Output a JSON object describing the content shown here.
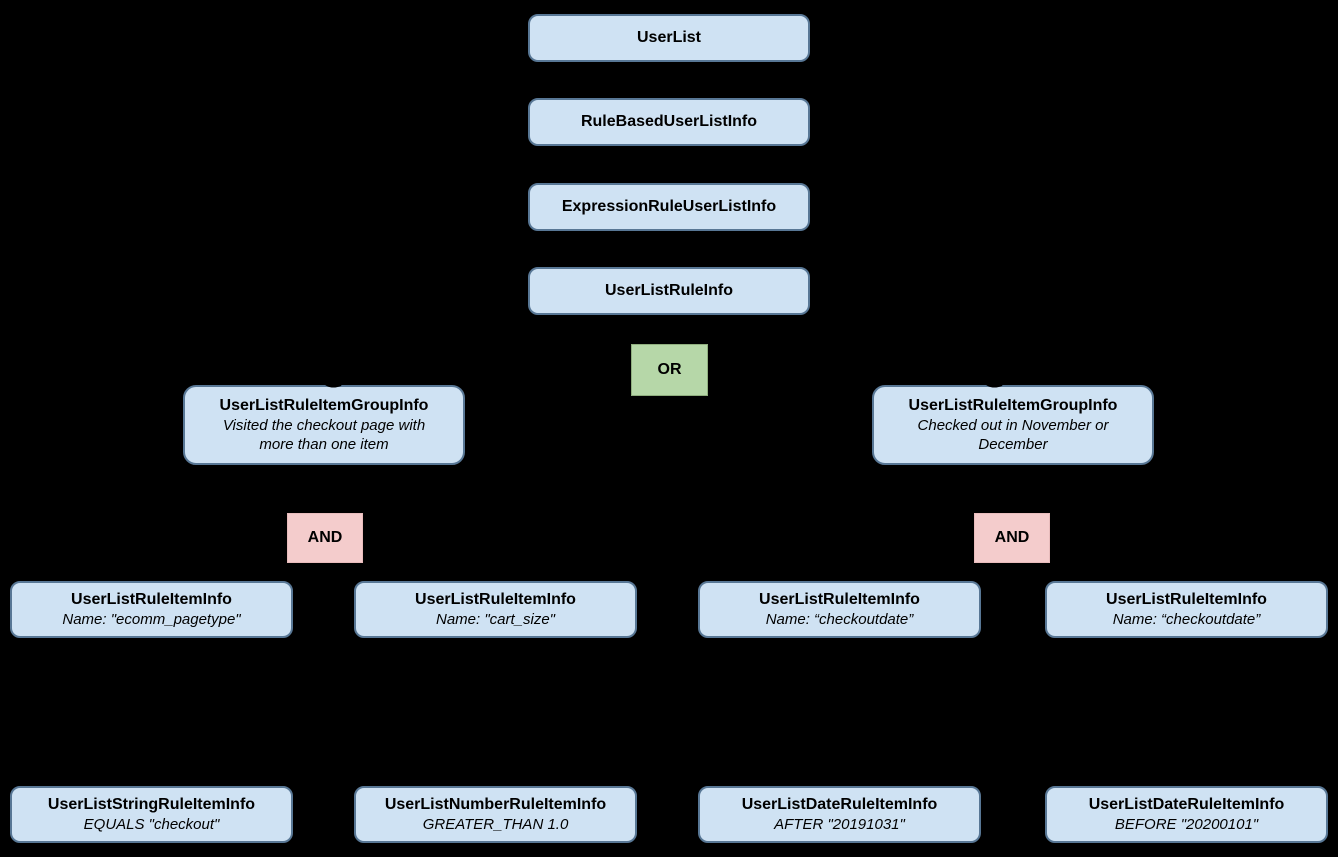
{
  "colors": {
    "background": "#000000",
    "class_box_fill": "#cfe2f3",
    "class_box_border": "#587795",
    "or_box_fill": "#b6d7a8",
    "and_box_fill": "#f4cccc",
    "text": "#000000"
  },
  "icons": {
    "connector_arrowhead": "curved black arrowhead pointing into group box"
  },
  "nodes": {
    "user_list": {
      "title": "UserList"
    },
    "rule_based_user_list_info": {
      "title": "RuleBasedUserListInfo"
    },
    "expression_rule_user_list_info": {
      "title": "ExpressionRuleUserListInfo"
    },
    "user_list_rule_info": {
      "title": "UserListRuleInfo"
    },
    "or_operator": {
      "label": "OR"
    },
    "group_left": {
      "title": "UserListRuleItemGroupInfo",
      "subtitle": "Visited the checkout page with more than one item"
    },
    "group_right": {
      "title": "UserListRuleItemGroupInfo",
      "subtitle": "Checked out in November or December"
    },
    "and_left": {
      "label": "AND"
    },
    "and_right": {
      "label": "AND"
    },
    "rule_item_ecomm_pagetype": {
      "title": "UserListRuleItemInfo",
      "subtitle": "Name: \"ecomm_pagetype\""
    },
    "rule_item_cart_size": {
      "title": "UserListRuleItemInfo",
      "subtitle": "Name: \"cart_size\""
    },
    "rule_item_checkoutdate_1": {
      "title": "UserListRuleItemInfo",
      "subtitle": "Name: “checkoutdate”"
    },
    "rule_item_checkoutdate_2": {
      "title": "UserListRuleItemInfo",
      "subtitle": "Name: “checkoutdate”"
    },
    "string_rule_item": {
      "title": "UserListStringRuleItemInfo",
      "subtitle": "EQUALS \"checkout\""
    },
    "number_rule_item": {
      "title": "UserListNumberRuleItemInfo",
      "subtitle": "GREATER_THAN 1.0"
    },
    "date_rule_item_after": {
      "title": "UserListDateRuleItemInfo",
      "subtitle": "AFTER \"20191031\""
    },
    "date_rule_item_before": {
      "title": "UserListDateRuleItemInfo",
      "subtitle": "BEFORE \"20200101\""
    }
  }
}
